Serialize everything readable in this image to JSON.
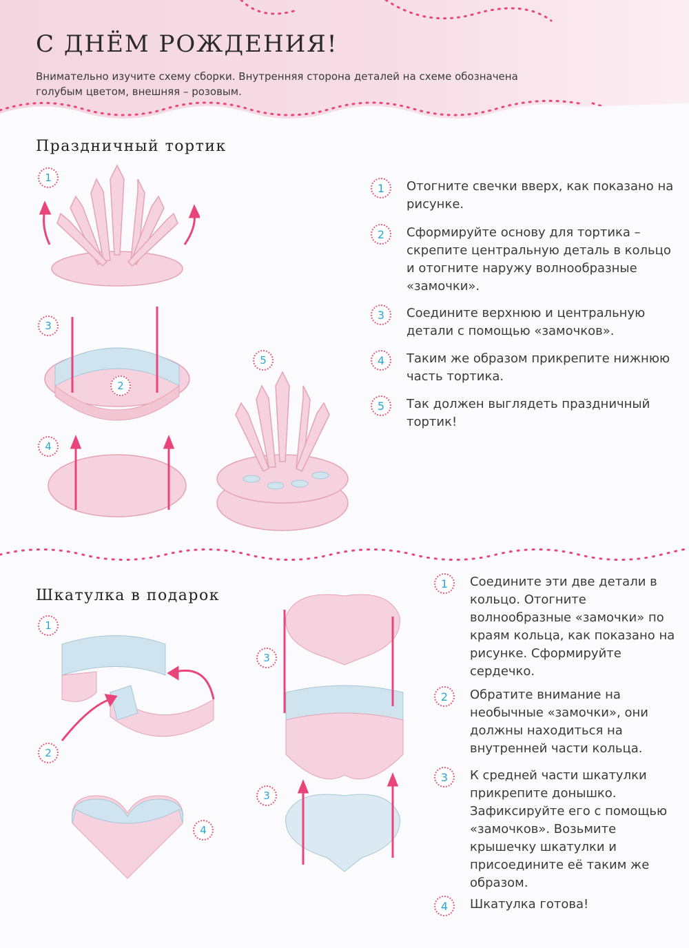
{
  "header": {
    "title": "С ДНЁМ РОЖДЕНИЯ!",
    "intro": "Внимательно изучите схему сборки. Внутренняя сторона деталей на схеме обозначена голубым цветом, внешняя – розовым."
  },
  "colors": {
    "pink": "#e8457a",
    "blue": "#cfe4ef",
    "light_pink": "#f6d2de",
    "badge_border": "#e85a7a",
    "badge_number": "#2aa3d8"
  },
  "cake": {
    "title": "Праздничный тортик",
    "figure_badges": [
      "1",
      "3",
      "2",
      "4",
      "5"
    ],
    "steps": [
      {
        "num": "1",
        "text": "Отогните свечки вверх, как показано на рисунке."
      },
      {
        "num": "2",
        "text": "Сформируйте основу для тортика – скрепите центральную деталь в кольцо и отогните наружу волнообразные «замочки»."
      },
      {
        "num": "3",
        "text": "Соедините верхнюю и центральную детали с помощью «замочков»."
      },
      {
        "num": "4",
        "text": "Таким же образом прикрепите нижнюю часть тортика."
      },
      {
        "num": "5",
        "text": "Так должен выглядеть праздничный тортик!"
      }
    ]
  },
  "box": {
    "title": "Шкатулка в подарок",
    "figure_badges": [
      "1",
      "2",
      "4",
      "3",
      "3"
    ],
    "steps": [
      {
        "num": "1",
        "text": "Соедините эти две детали в кольцо. Отогните волнообразные «замочки» по краям кольца, как показано на рисунке. Сформируйте сердечко."
      },
      {
        "num": "2",
        "text": "Обратите внимание на необычные «замочки», они должны находиться на внутренней части кольца."
      },
      {
        "num": "3",
        "text": "К средней части шкатулки прикрепите донышко. Зафиксируйте его с помощью «замочков». Возьмите крышечку шкатулки и присоедините её таким же образом."
      },
      {
        "num": "4",
        "text": "Шкатулка готова!"
      }
    ]
  }
}
